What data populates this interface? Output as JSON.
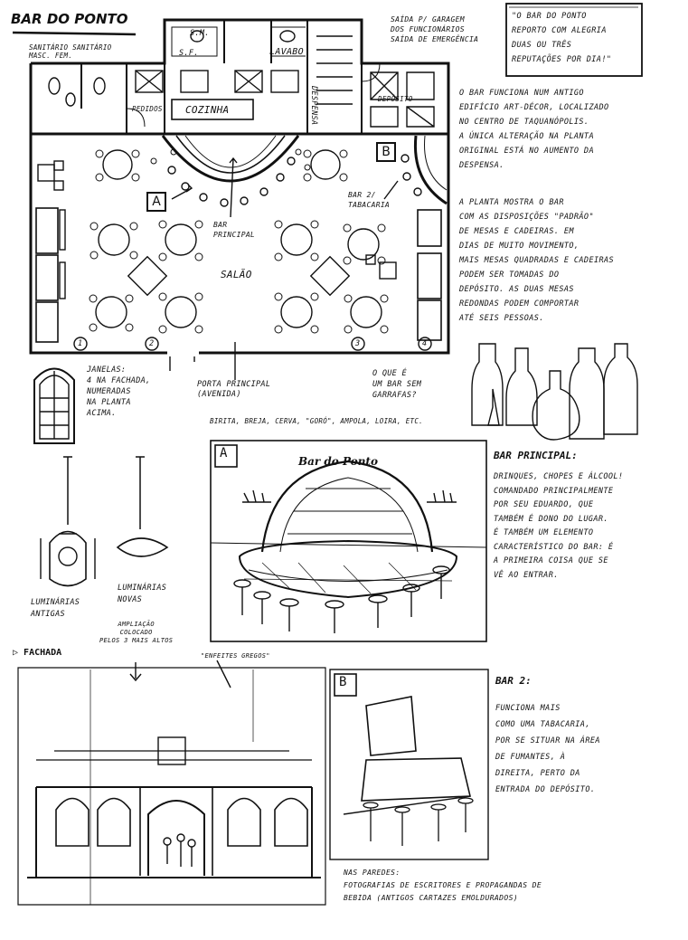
{
  "title": "BAR DO PONTO",
  "quote": "\"O BAR DO PONTO\nREPORTO COM ALEGRIA\nDUAS OU TRÊS\nREPUTAÇÕES POR DIA!\"",
  "floor_plan": {
    "sanitarios": "SANITÁRIO SANITÁRIO\nMASC. FEM.",
    "sm": "S.M.",
    "sf": "S.F.",
    "lavabo": "LAVABO",
    "saida": "SAÍDA P/ GARAGEM\nDOS FUNCIONÁRIOS\nSAÍDA DE EMERGÊNCIA",
    "despensa": "DESPENSA",
    "deposito": "DEPÓSITO",
    "pedidos": "PEDIDOS",
    "cozinha": "COZINHA",
    "marker_a": "A",
    "marker_b": "B",
    "bar2": "BAR 2/\nTABACARIA",
    "bar_principal": "BAR\nPRINCIPAL",
    "salao": "SALÃO",
    "window_numbers": [
      "1",
      "2",
      "3",
      "4"
    ],
    "porta": "PORTA PRINCIPAL\n(AVENIDA)"
  },
  "notes_right": [
    "O BAR FUNCIONA NUM ANTIGO\nEDIFÍCIO ART-DÉCOR, LOCALIZADO\nNO CENTRO DE TAQUANÓPOLIS.\nA ÚNICA ALTERAÇÃO NA PLANTA\nORIGINAL ESTÁ NO AUMENTO DA\nDESPENSA.",
    "A PLANTA MOSTRA O BAR\nCOM AS DISPOSIÇÕES \"PADRÃO\"\nDE MESAS E CADEIRAS. EM\nDIAS DE MUITO MOVIMENTO,\nMAIS MESAS QUADRADAS E CADEIRAS\nPODEM SER TOMADAS DO\nDEPÓSITO. AS DUAS MESAS\nREDONDAS PODEM COMPORTAR\nATÉ SEIS PESSOAS."
  ],
  "janelas": "JANELAS:\n4 NA FACHADA,\nNUMERADAS\nNA PLANTA\nACIMA.",
  "garrafas": "O QUE É\nUM BAR SEM\nGARRAFAS?",
  "bebidas": "BIRITA, BREJA, CERVA, \"GORÓ\", AMPOLA, LOIRA, ETC.",
  "sketch_a": {
    "label": "A",
    "sign": "Bar do Ponto"
  },
  "bar_principal_note": {
    "heading": "BAR PRINCIPAL:",
    "text": "DRINQUES, CHOPES E ÁLCOOL!\nCOMANDADO PRINCIPALMENTE\nPOR SEU EDUARDO, QUE\nTAMBÉM É DONO DO LUGAR.\nÉ TAMBÉM UM ELEMENTO\nCARACTERÍSTICO DO BAR: É\nA PRIMEIRA COISA QUE SE\nVÊ AO ENTRAR."
  },
  "luminarias_antigas": "LUMINÁRIAS\nANTIGAS",
  "luminarias_novas": "LUMINÁRIAS\nNOVAS",
  "fachada": {
    "heading": "FACHADA",
    "ampliacao": "AMPLIAÇÃO\nCOLOCADO\nPELOS 3 MAIS ALTOS",
    "enfeites": "\"ENFEITES GREGOS\""
  },
  "sketch_b": {
    "label": "B"
  },
  "bar2_note": {
    "heading": "BAR 2:",
    "text": "FUNCIONA MAIS\nCOMO UMA TABACARIA,\nPOR SE SITUAR NA ÁREA\nDE FUMANTES, À\nDIREITA, PERTO DA\nENTRADA DO DEPÓSITO."
  },
  "paredes_note": "NAS PAREDES:\nFOTOGRAFIAS DE ESCRITORES E PROPAGANDAS DE\nBEBIDA (ANTIGOS CARTAZES EMOLDURADOS)"
}
